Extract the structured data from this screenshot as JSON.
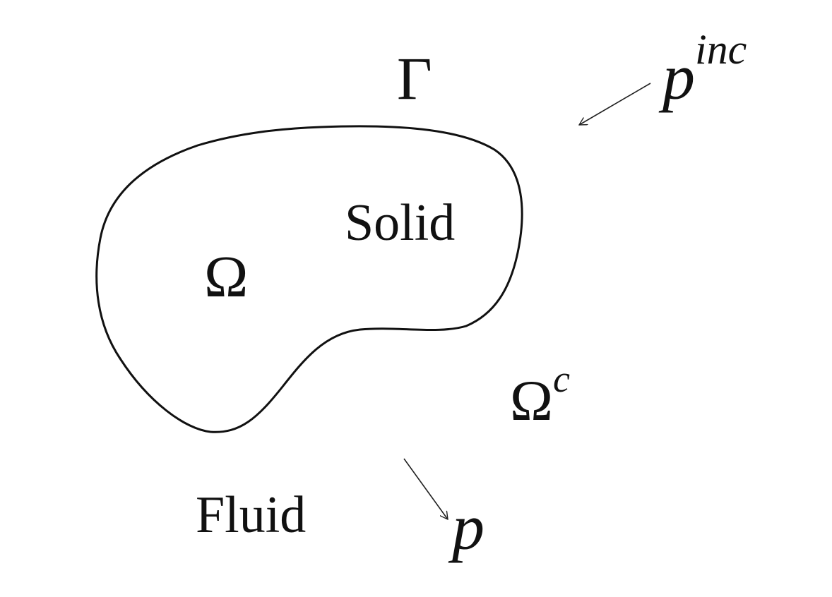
{
  "labels": {
    "boundary": "Γ",
    "incident_base": "p",
    "incident_sup": "inc",
    "solid": "Solid",
    "omega": "Ω",
    "complement_base": "Ω",
    "complement_sup": "c",
    "fluid": "Fluid",
    "scattered": "p"
  },
  "colors": {
    "ink": "#111111",
    "background": "#ffffff"
  }
}
